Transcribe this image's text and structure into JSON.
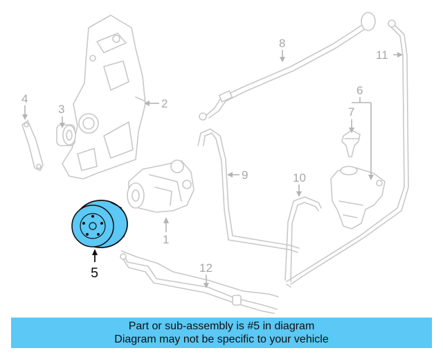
{
  "callouts": {
    "c1": "1",
    "c2": "2",
    "c3": "3",
    "c4": "4",
    "c5": "5",
    "c6": "6",
    "c7": "7",
    "c8": "8",
    "c9": "9",
    "c10": "10",
    "c11": "11",
    "c12": "12"
  },
  "highlight_color": "#5bc8f5",
  "banner": {
    "line1": "Part or sub-assembly is #5 in diagram",
    "line2": "Diagram may not be specific to your vehicle"
  }
}
